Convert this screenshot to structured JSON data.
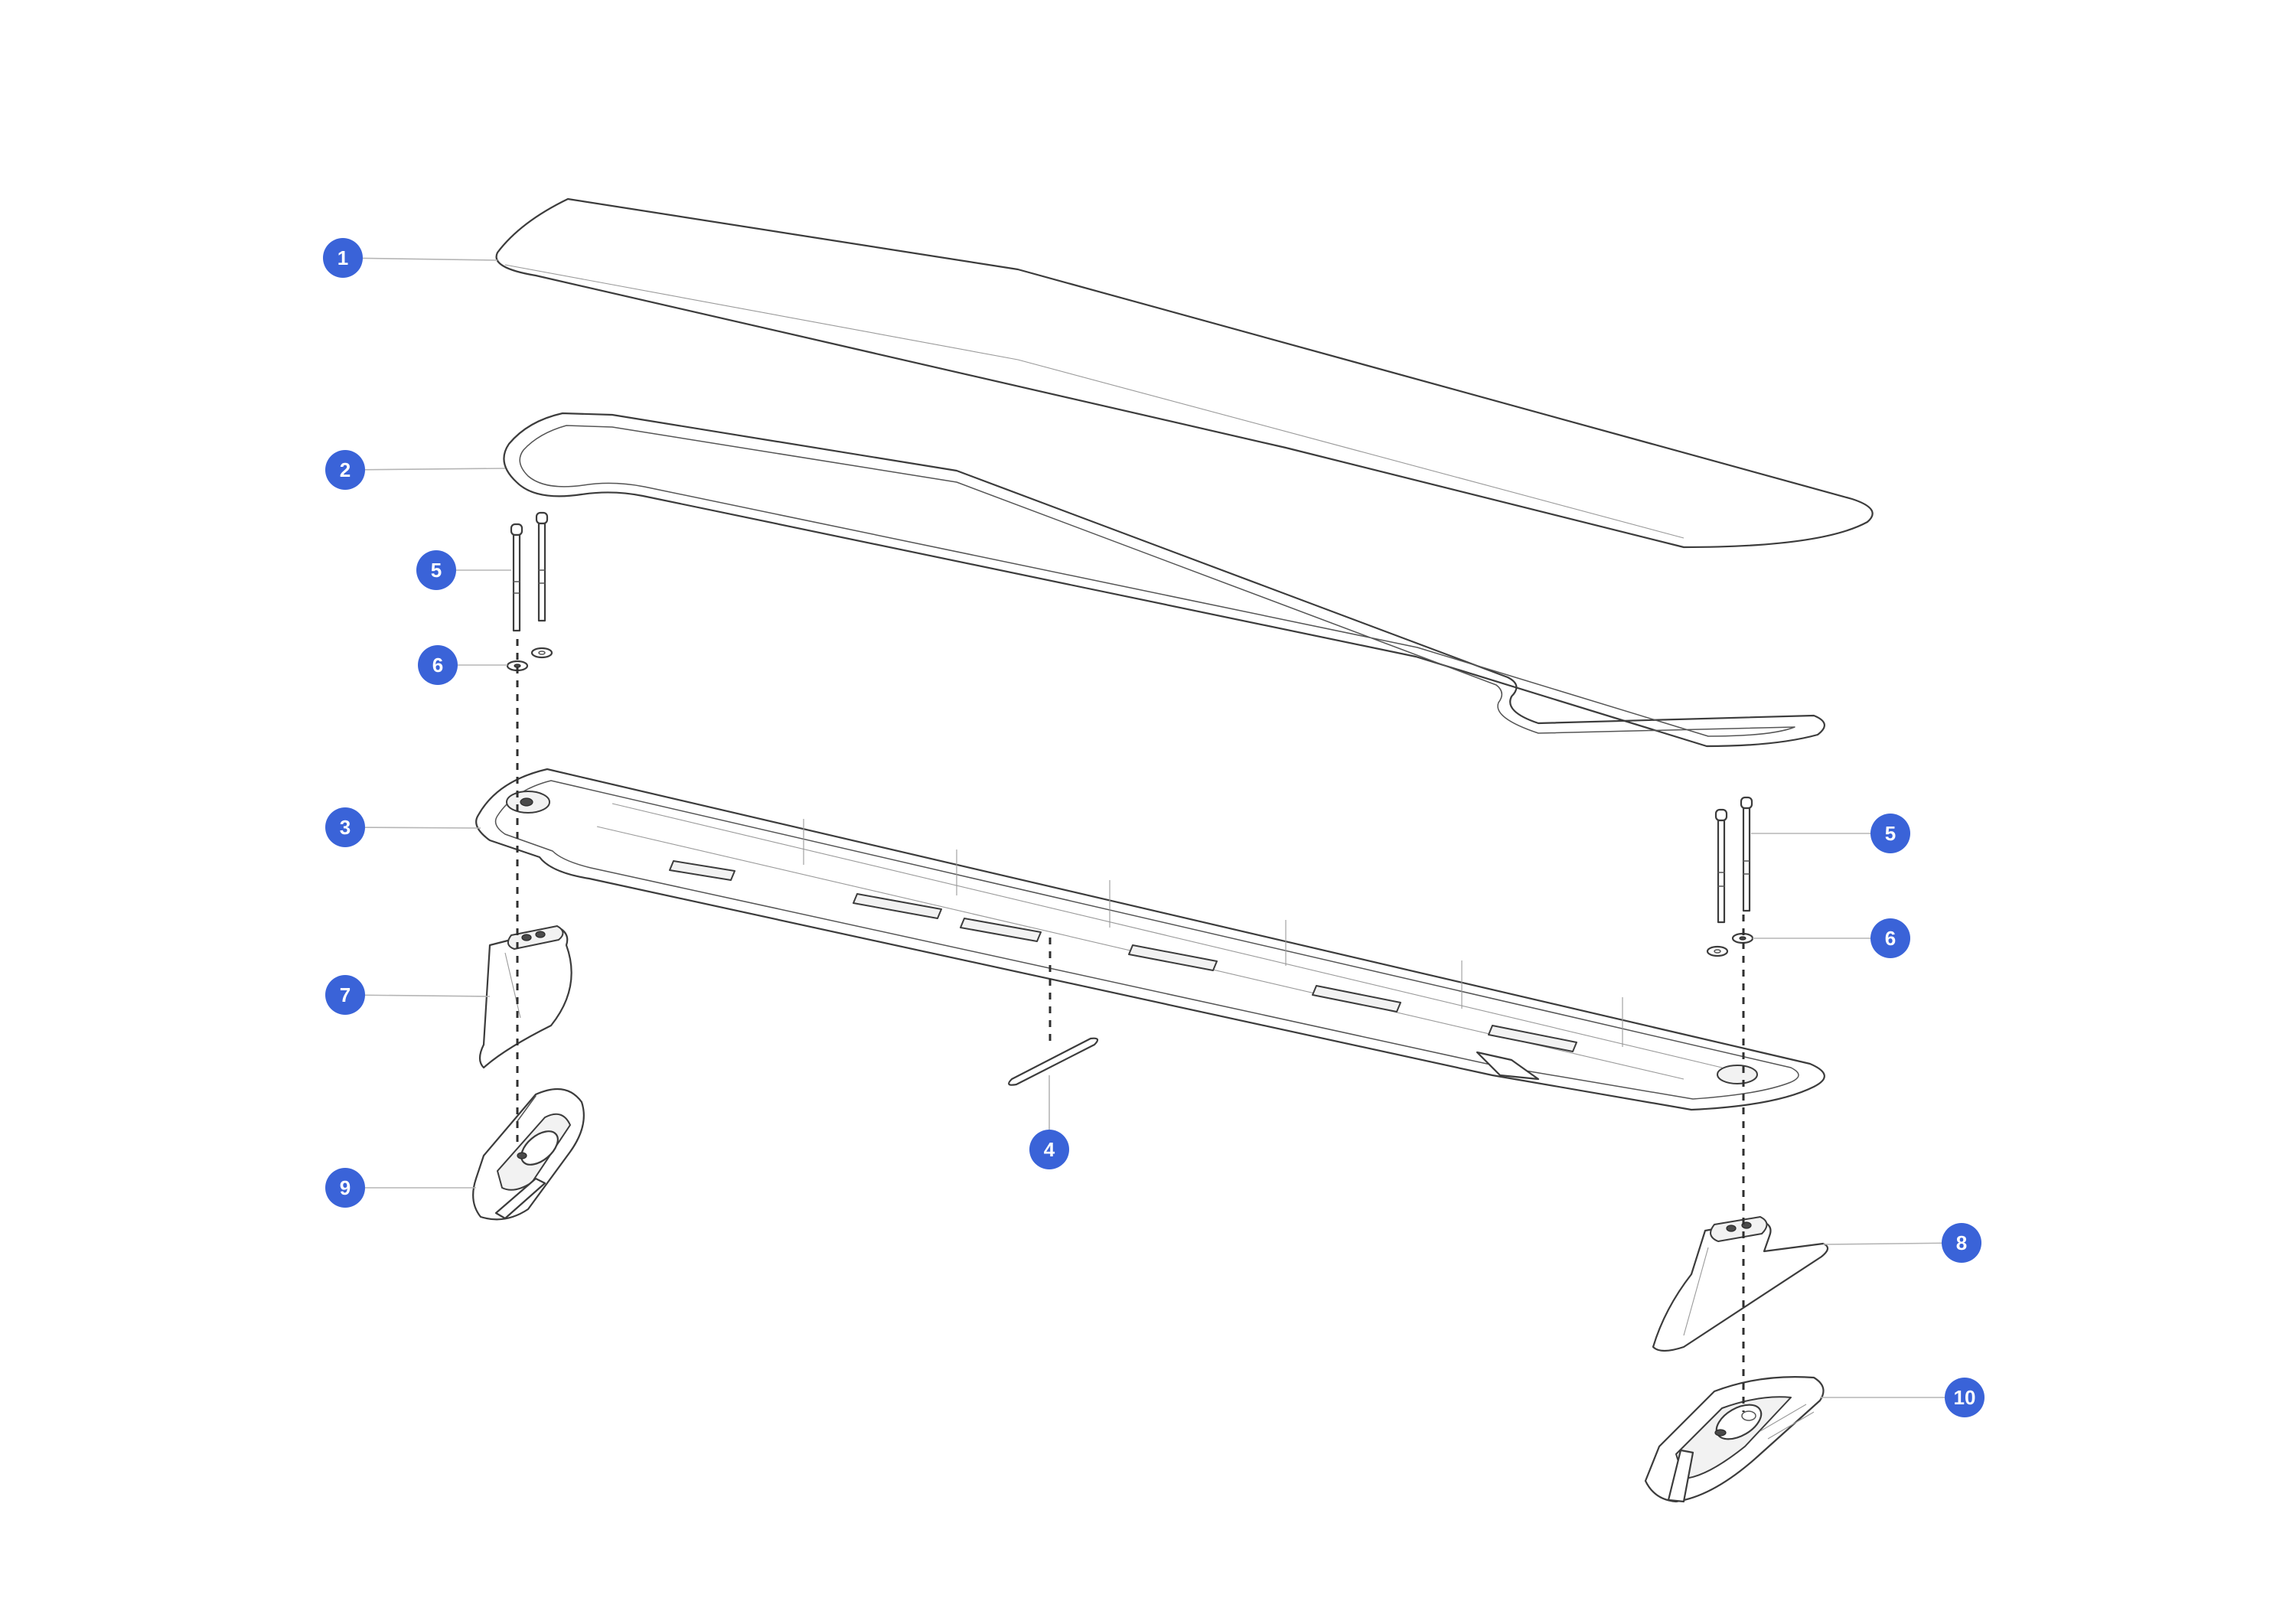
{
  "callouts": [
    {
      "id": "c1",
      "label": "1"
    },
    {
      "id": "c2",
      "label": "2"
    },
    {
      "id": "c3",
      "label": "3"
    },
    {
      "id": "c4",
      "label": "4"
    },
    {
      "id": "c5a",
      "label": "5"
    },
    {
      "id": "c5b",
      "label": "5"
    },
    {
      "id": "c6a",
      "label": "6"
    },
    {
      "id": "c6b",
      "label": "6"
    },
    {
      "id": "c7",
      "label": "7"
    },
    {
      "id": "c8",
      "label": "8"
    },
    {
      "id": "c9",
      "label": "9"
    },
    {
      "id": "c10",
      "label": "10"
    }
  ],
  "colors": {
    "callout": "#3a63d8",
    "callout_text": "#ffffff",
    "outline": "#3c3c3c",
    "leader": "#b5b5b5"
  }
}
